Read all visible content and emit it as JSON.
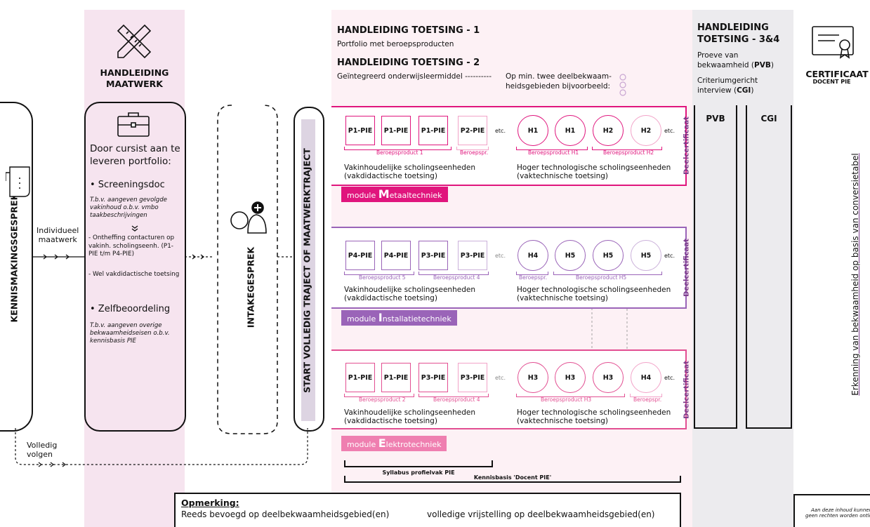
{
  "kennismaking": {
    "label": "KENNISMAKINGSGESPREK"
  },
  "flow": {
    "individueel": "Individueel\nmaatwerk",
    "volledig": "Volledig\nvolgen"
  },
  "maatwerk": {
    "title_line1": "HANDLEIDING",
    "title_line2": "MAATWERK",
    "portfolio_intro": "Door cursist aan te leveren portfolio:",
    "screening_title": "• Screeningsdoc",
    "screening_desc": "T.b.v. aangeven gevolgde vakinhoud o.b.v. vmbo taakbeschrijvingen",
    "bullet1": "- Ontheffing contacturen op vakinh. scholingseenh. (P1-PIE t/m P4-PIE)",
    "bullet2": "- Wel vakdidactische toetsing",
    "zelf_title": "• Zelfbeoordeling",
    "zelf_desc": "T.b.v. aangeven overige bekwaamheidseisen o.b.v. kennisbasis PIE"
  },
  "intake": {
    "label": "INTAKEGESPREK"
  },
  "start": {
    "label": "START VOLLEDIG TRAJECT OF MAATWERKTRAJECT"
  },
  "toetsing12": {
    "title1": "HANDLEIDING TOETSING - 1",
    "sub1": "Portfolio met beroepsproducten",
    "title2": "HANDLEIDING TOETSING - 2",
    "sub2": "Geïntegreerd onderwijsleermiddel ----------",
    "sub2b": "Op min. twee deelbekwaam-",
    "sub2c": "heidsgebieden bijvoorbeeld:"
  },
  "modules": [
    {
      "name_big": "M",
      "name_rest": "etaaltechniek",
      "prefix": "module ",
      "color": "#e0157d",
      "tag_color": "#e0157d",
      "squares": [
        "P1-PIE",
        "P1-PIE",
        "P1-PIE",
        "P2-PIE"
      ],
      "circles": [
        "H1",
        "H1",
        "H2",
        "H2"
      ],
      "brackets": [
        "Beroepsproduct 1",
        "Beroepspr.",
        "Beroepsproduct H1",
        "Beroepsproduct H2"
      ],
      "deel": "Deelcertificaat"
    },
    {
      "name_big": "I",
      "name_rest": "nstallatietechniek",
      "prefix": "module ",
      "color": "#9a64b8",
      "tag_color": "#9a64b8",
      "squares": [
        "P4-PIE",
        "P4-PIE",
        "P3-PIE",
        "P3-PIE"
      ],
      "circles": [
        "H4",
        "H5",
        "H5",
        "H5"
      ],
      "brackets": [
        "Beroepsproduct 5",
        "Beroepsproduct 4",
        "Beroepspr.",
        "Beroepsproduct H5"
      ],
      "deel": "Deelcertificaat"
    },
    {
      "name_big": "E",
      "name_rest": "lektrotechniek",
      "prefix": "module ",
      "color": "#e24f92",
      "tag_color": "#ef7fb0",
      "squares": [
        "P1-PIE",
        "P1-PIE",
        "P3-PIE",
        "P3-PIE"
      ],
      "circles": [
        "H3",
        "H3",
        "H3",
        "H4"
      ],
      "brackets": [
        "Beroepsproduct 2",
        "Beroepsproduct 4",
        "Beroepsproduct H3",
        "Beroepspr."
      ],
      "deel": "Deelcertificaat"
    }
  ],
  "unit_labels": {
    "vak1": "Vakinhoudelijke scholingseenheden",
    "vak2": "(vakdidactische toetsing)",
    "hog1": "Hoger technologische scholingseenheden",
    "hog2": "(vaktechnische toetsing)",
    "etc": "etc."
  },
  "syllabus": "Syllabus profielvak PIE",
  "kennisbasis": "Kennisbasis 'Docent PIE'",
  "toetsing34": {
    "title1": "HANDLEIDING",
    "title2": "TOETSING - 3&4",
    "proeve1": "Proeve van",
    "proeve2_a": "bekwaamheid (",
    "proeve2_b": "PVB",
    "proeve2_c": ")",
    "crit1": "Criteriumgericht",
    "crit2_a": "interview (",
    "crit2_b": "CGI",
    "crit2_c": ")",
    "pvb": "PVB",
    "cgi": "CGI"
  },
  "certificaat": {
    "title": "CERTIFICAAT",
    "sub": "DOCENT PIE",
    "erkenning": "Erkenning van bekwaamheid op basis van conversietabel",
    "disclaimer1": "Aan deze inhoud kunnen",
    "disclaimer2": "geen rechten worden ontleend"
  },
  "opmerking": {
    "title": "Opmerking:",
    "text_a": "Reeds bevoegd op deelbekwaamheidsgebied(en)",
    "text_b": "volledige vrijstelling op deelbekwaamheidsgebied(en)"
  }
}
